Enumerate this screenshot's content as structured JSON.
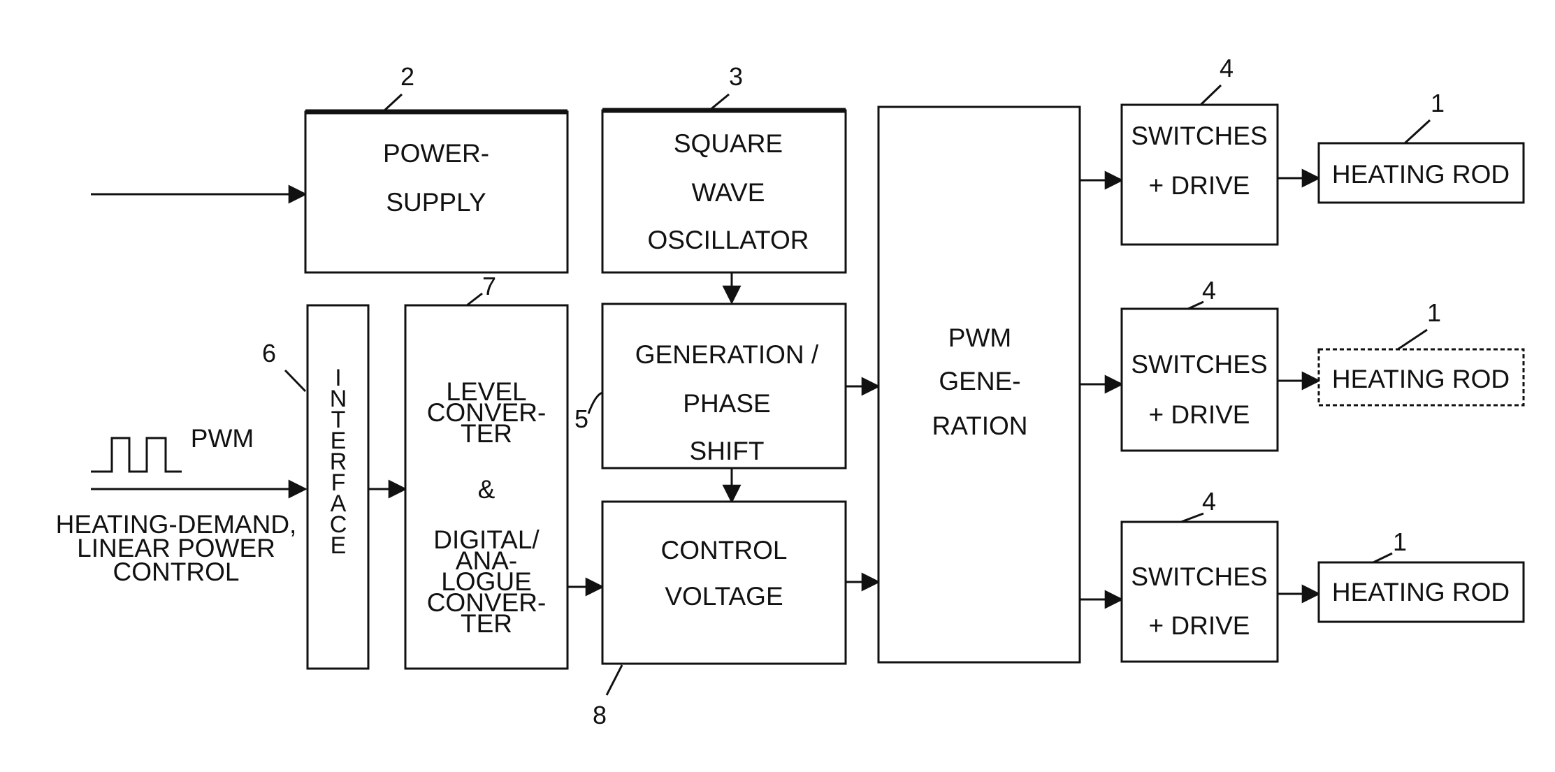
{
  "blocks": {
    "power_supply": [
      "POWER-",
      "SUPPLY"
    ],
    "oscillator": [
      "SQUARE",
      "WAVE",
      "OSCILLATOR"
    ],
    "interface": [
      "I",
      "N",
      "T",
      "E",
      "R",
      "F",
      "A",
      "C",
      "E"
    ],
    "level_converter": [
      "LEVEL",
      "CONVER-",
      "TER",
      "&",
      "DIGITAL/",
      "ANA-",
      "LOGUE",
      "CONVER-",
      "TER"
    ],
    "phase_shift": [
      "GENERATION /",
      "PHASE",
      "SHIFT"
    ],
    "control_voltage": [
      "CONTROL",
      "VOLTAGE"
    ],
    "pwm_generation": [
      "PWM",
      "GENE-",
      "RATION"
    ],
    "switches": [
      [
        "SWITCHES",
        "+ DRIVE"
      ],
      [
        "SWITCHES",
        "+ DRIVE"
      ],
      [
        "SWITCHES",
        "+ DRIVE"
      ]
    ],
    "heating_rods": [
      "HEATING ROD",
      "HEATING ROD",
      "HEATING ROD"
    ]
  },
  "input": {
    "pwm_label": "PWM",
    "demand_label": [
      "HEATING-DEMAND,",
      "LINEAR POWER",
      "CONTROL"
    ]
  },
  "reference_numerals": {
    "power_supply": "2",
    "oscillator": "3",
    "switches": [
      "4",
      "4",
      "4"
    ],
    "heating_rods": [
      "1",
      "1",
      "1"
    ],
    "level_converter": "7",
    "interface": "6",
    "phase_shift": "5",
    "control_voltage": "8"
  }
}
